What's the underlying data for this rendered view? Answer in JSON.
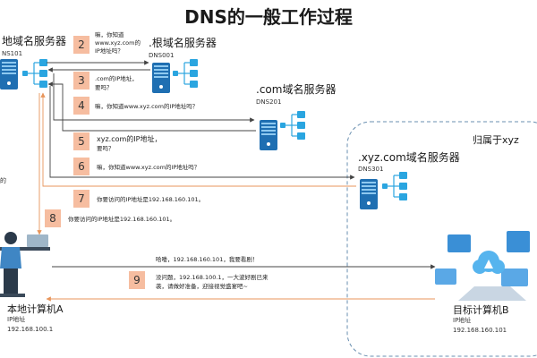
{
  "title": "DNS的一般工作过程",
  "local_dns": {
    "name": "地域名服务器",
    "id": "NS101",
    "side_text": "的"
  },
  "root_dns": {
    "name": ".根域名服务器",
    "id": "DNS001"
  },
  "com_dns": {
    "name": ".com域名服务器",
    "id": "DNS201"
  },
  "xyz_dns": {
    "name": ".xyz.com域名服务器",
    "id": "DNS301"
  },
  "zone_label": "归属于xyz",
  "steps": [
    {
      "num": "2",
      "lines": [
        "嘛，你知道",
        "www.xyz.com的",
        "IP地址吗？"
      ]
    },
    {
      "num": "3",
      "lines": [
        ".com的IP地址，",
        "要吗？"
      ]
    },
    {
      "num": "4",
      "lines": [
        "嘛，你知道www.xyz.com的IP地址吗？"
      ]
    },
    {
      "num": "5",
      "lines": [
        "xyz.com的IP地址，",
        "要吗？"
      ]
    },
    {
      "num": "6",
      "lines": [
        "嘛，你知道www.xyz.com的IP地址吗？"
      ]
    },
    {
      "num": "7",
      "lines": [
        "你要访问的IP地址是192.168.160.101。"
      ]
    },
    {
      "num": "8",
      "lines": [
        "你要访问的IP地址是192.168.160.101。"
      ]
    },
    {
      "num": "9",
      "lines": [
        "没问题，192.168.100.1，一大波好剧已来",
        "袭，请做好准备，迎接视觉盛宴吧~"
      ]
    }
  ],
  "msg_hello": "哈喽，192.168.160.101，我要看剧！",
  "computer_a": {
    "name": "本地计算机A",
    "ip_label": "IP地址",
    "ip": "192.168.100.1"
  },
  "computer_b": {
    "name": "目标计算机B",
    "ip_label": "IP地址",
    "ip": "192.168.160.101"
  },
  "colors": {
    "step_box": "#f6bda0",
    "arrow_dark": "#444444",
    "arrow_orange": "#e8955b",
    "server": "#1f6fb2",
    "node": "#2aa5e0",
    "zone_dash": "#6a8fb0"
  }
}
